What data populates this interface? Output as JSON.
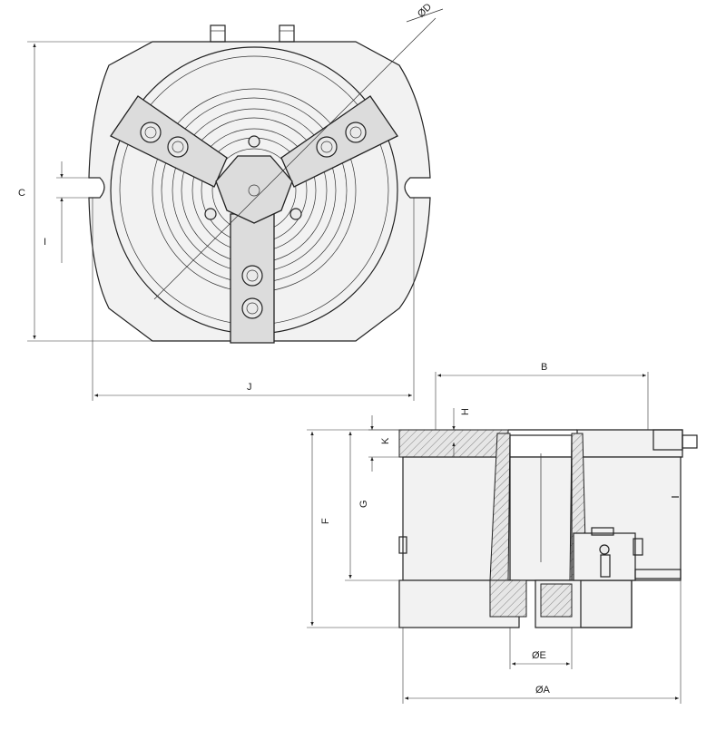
{
  "dimensions": {
    "c": "C",
    "i": "I",
    "j": "J",
    "d": "ØD",
    "b": "B",
    "h": "H",
    "k": "K",
    "g": "G",
    "f": "F",
    "e": "ØE",
    "a": "ØA"
  },
  "colors": {
    "line": "#222222",
    "body_fill": "#f2f2f2",
    "jaw_fill": "#dcdcdc",
    "background": "#ffffff"
  }
}
